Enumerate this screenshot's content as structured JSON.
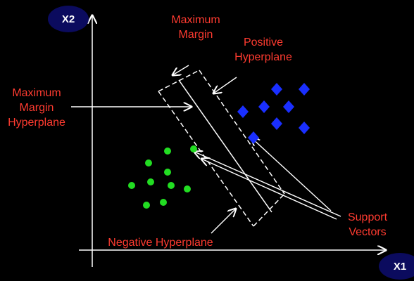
{
  "colors": {
    "background": "#000000",
    "axes": "#ffffff",
    "label": "#ff3b30",
    "positive_point": "#1a2fff",
    "negative_point": "#22dd22",
    "axis_badge": "#0b0b5e"
  },
  "axes": {
    "y_label": "X2",
    "x_label": "X1"
  },
  "labels": {
    "maximum_margin_line1": "Maximum",
    "maximum_margin_line2": "Margin",
    "positive_line1": "Positive",
    "positive_line2": "Hyperplane",
    "mm_hyperplane_line1": "Maximum",
    "mm_hyperplane_line2": "Margin",
    "mm_hyperplane_line3": "Hyperplane",
    "negative_hyperplane": "Negative Hyperplane",
    "support_line1": "Support",
    "support_line2": "Vectors"
  },
  "point_shapes": {
    "positive": "diamond",
    "negative": "circle"
  }
}
